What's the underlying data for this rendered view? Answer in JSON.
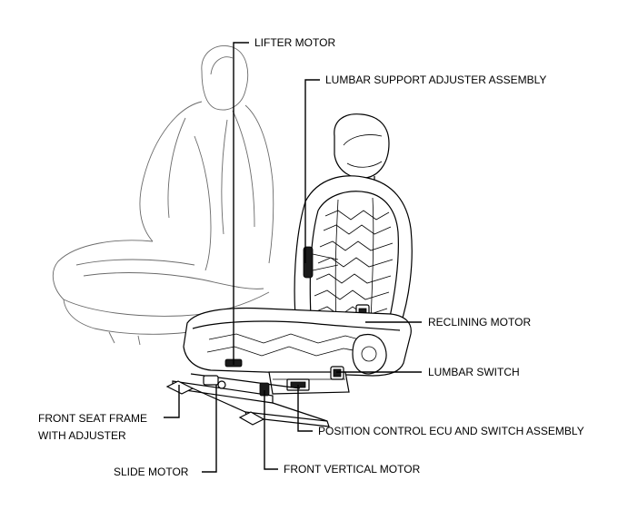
{
  "labels": {
    "lifter_motor": "LIFTER MOTOR",
    "lumbar_support": "LUMBAR SUPPORT ADJUSTER ASSEMBLY",
    "reclining_motor": "RECLINING MOTOR",
    "lumbar_switch": "LUMBAR SWITCH",
    "position_ecu": "POSITION CONTROL ECU AND SWITCH ASSEMBLY",
    "front_seat_frame_1": "FRONT SEAT FRAME",
    "front_seat_frame_2": "WITH ADJUSTER",
    "slide_motor": "SLIDE MOTOR",
    "front_vertical_motor": "FRONT VERTICAL MOTOR"
  }
}
